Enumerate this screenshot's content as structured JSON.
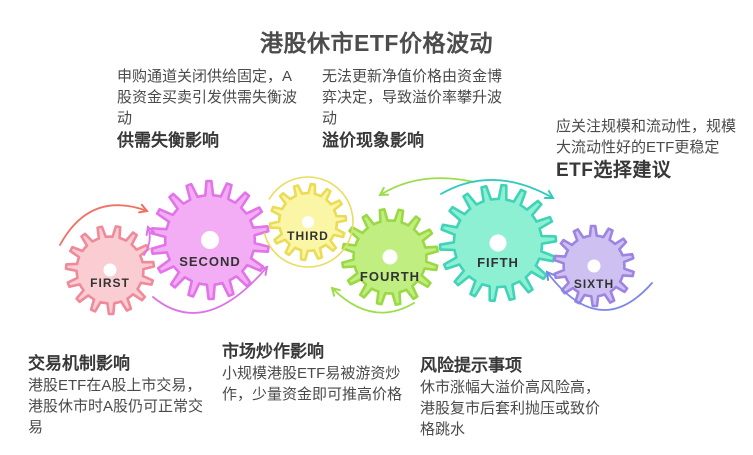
{
  "title": "港股休市ETF价格波动",
  "top_blocks": [
    {
      "heading": "供需失衡影响",
      "body": "申购通道关闭供给固定，A\n股资金买卖引发供需失衡波\n动"
    },
    {
      "heading": "溢价现象影响",
      "body": "无法更新净值价格由资金博\n弈决定，导致溢价率攀升波\n动"
    },
    {
      "heading": "ETF选择建议",
      "body": "应关注规模和流动性，规模\n大流动性好的ETF更稳定"
    }
  ],
  "bottom_blocks": [
    {
      "heading": "交易机制影响",
      "body": "港股ETF在A股上市交易，\n港股休市时A股仍可正常交\n易"
    },
    {
      "heading": "市场炒作影响",
      "body": "小规模港股ETF易被游资炒\n作，少量资金即可推高价格"
    },
    {
      "heading": "风险提示事项",
      "body": "休市涨幅大溢价高风险高，\n港股复市后套利抛压或致价\n格跳水"
    }
  ],
  "gears": [
    {
      "label": "FIRST",
      "fill": "#f9cdd2",
      "stroke": "#f08a9b",
      "arrow_color": "#ef7365"
    },
    {
      "label": "SECOND",
      "fill": "#f3adf4",
      "stroke": "#e273e9",
      "arrow_color": "#dc73e8"
    },
    {
      "label": "THIRD",
      "fill": "#fbf5a6",
      "stroke": "#eadc55",
      "arrow_color": "#e8dd5e"
    },
    {
      "label": "FOURTH",
      "fill": "#c0ee81",
      "stroke": "#9ad943",
      "arrow_color": "#9edd4a"
    },
    {
      "label": "FIFTH",
      "fill": "#8df0d2",
      "stroke": "#41d3b7",
      "arrow_color": "#33cabe"
    },
    {
      "label": "SIXTH",
      "fill": "#cec1f1",
      "stroke": "#9e84e2",
      "arrow_color": "#7b87e6"
    }
  ],
  "label_text_color": "#333333"
}
